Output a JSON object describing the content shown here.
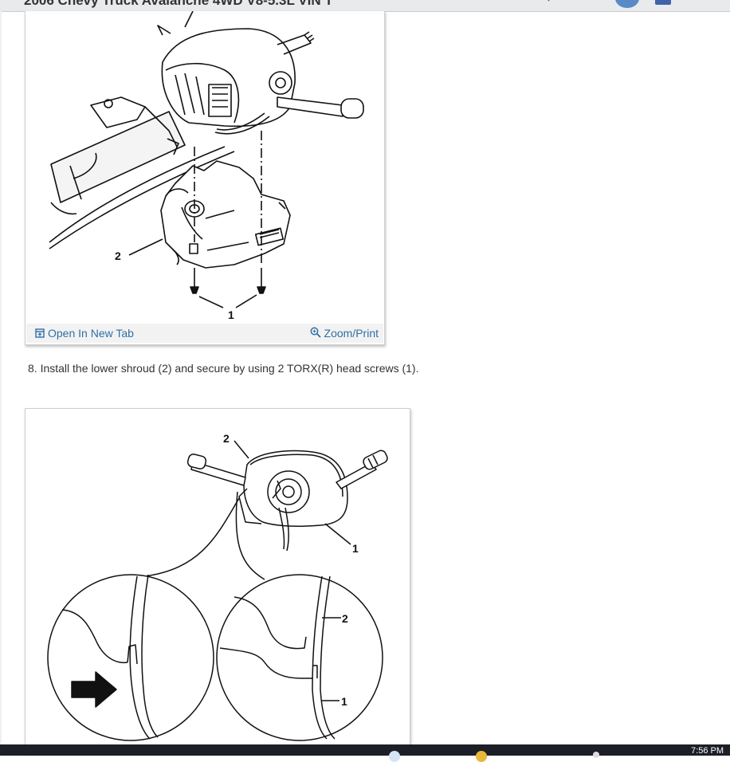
{
  "header": {
    "title": "2006 Chevy Truck Avalanche 4WD V8-5.3L VIN T"
  },
  "figure1": {
    "callouts": [
      "1",
      "2"
    ],
    "open_new_tab": "Open In New Tab",
    "zoom_print": "Zoom/Print"
  },
  "step_text": "8. Install the lower shroud (2) and secure by using 2 TORX(R) head screws (1).",
  "figure2": {
    "callouts": [
      "1",
      "2"
    ],
    "detail_callouts": [
      "1",
      "2"
    ]
  },
  "taskbar": {
    "clock": "7:56 PM"
  },
  "colors": {
    "link": "#2f6fa7",
    "avatar": "#5a89c8",
    "taskbar": "#1c1f27"
  }
}
